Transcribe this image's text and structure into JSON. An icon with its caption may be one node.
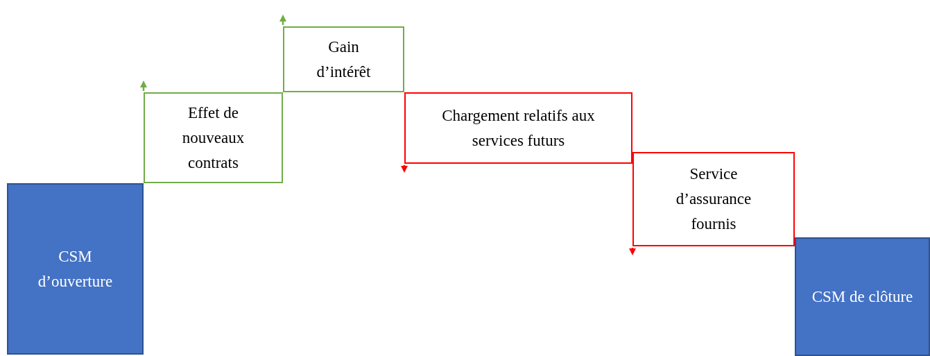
{
  "diagram": {
    "nodes": [
      {
        "text": [
          "CSM d’ouverture"
        ]
      },
      {
        "text": [
          "Effet de nouveaux contrats"
        ]
      },
      {
        "text": [
          "Gain d’intérêt"
        ]
      },
      {
        "text": [
          "Chargement relatifs aux services futurs"
        ]
      },
      {
        "text": [
          "Service d’assurance fournis"
        ]
      },
      {
        "text": [
          "CSM de clôture"
        ]
      }
    ]
  }
}
